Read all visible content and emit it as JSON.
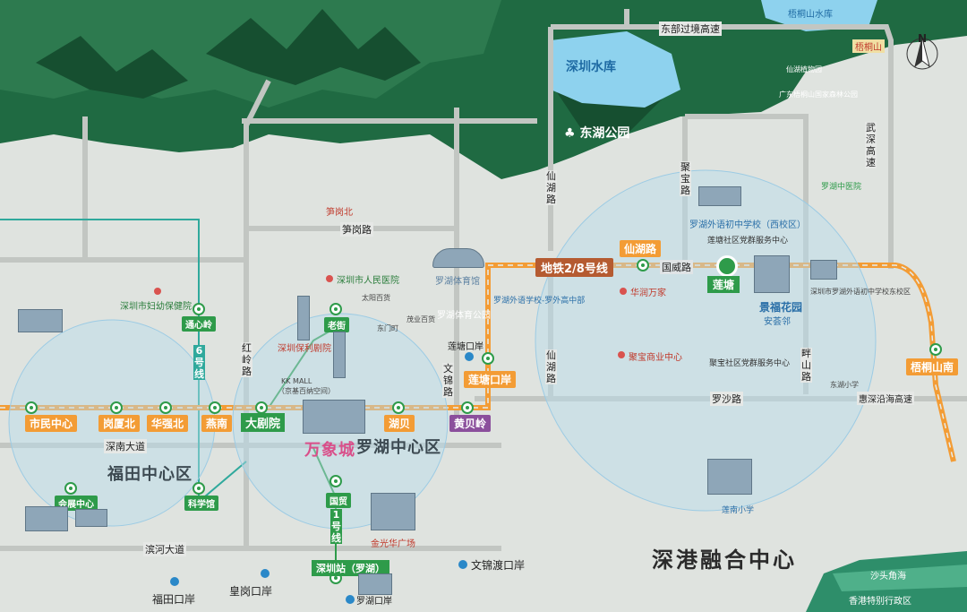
{
  "compass": {
    "label": "N"
  },
  "water": {
    "shenzhen_reservoir": "深圳水库",
    "wutong_reservoir": "梧桐山水库",
    "shatoujiao_sea": "沙头角海",
    "hongkong": "香港特别行政区"
  },
  "parks": {
    "donghu": "东湖公园",
    "wutongshan": "梧桐山"
  },
  "roads": {
    "dongbu": "东部过境高速",
    "sungang": "笋岗路",
    "guowei": "国威路",
    "luosha": "罗沙路",
    "huishen": "惠深沿海高速",
    "shennan": "深南大道",
    "binhe": "滨河大道",
    "xianhu1": "仙湖路",
    "xianhu2": "仙湖路",
    "jubao": "聚宝路",
    "panshan": "畔山路",
    "wushen": "武深高速",
    "hongling": "红岭路",
    "wenjin": "文锦路"
  },
  "metro": {
    "line_label": "地铁2/8号线",
    "line6": "6号线",
    "line1": "1号线",
    "stations": {
      "shiminzhongxin": "市民中心",
      "gangxiabei": "岗厦北",
      "huaqiangbei": "华强北",
      "yannan": "燕南",
      "dajuyuan": "大剧院",
      "hubei": "湖贝",
      "huangbeiling": "黄贝岭",
      "liantangkouan": "莲塘口岸",
      "xianhulu": "仙湖路",
      "liantang": "莲塘",
      "wutongshannan": "梧桐山南",
      "tongxinling": "通心岭",
      "laojie": "老街",
      "guomao": "国贸",
      "shenzhenzhan": "深圳站（罗湖）",
      "huizhanzhongxin": "会展中心",
      "kexueguan": "科学馆"
    }
  },
  "districts": {
    "futian": "福田中心区",
    "luohu": "罗湖中心区",
    "shengang": "深港融合中心",
    "wanxiang": "万象城"
  },
  "ports": {
    "futian": "福田口岸",
    "huanggang": "皇岗口岸",
    "wenjindu": "文锦渡口岸",
    "luohu": "罗湖口岸",
    "liantang": "莲塘口岸"
  },
  "pois": {
    "fuyou": "深圳市妇幼保健院",
    "renmin": "深圳市人民医院",
    "tiyuguan": "罗湖体育馆",
    "waiyu_gaozhong": "罗湖外语学校-罗外高中部",
    "waiyu_chuzhong": "罗湖外语初中学校（西校区）",
    "jingfu": "景福花园",
    "anlin": "安荟邻",
    "huarun": "华润万家",
    "jubao_shangye": "聚宝商业中心",
    "luohu_stadium_park": "罗湖体育公园",
    "kkmall": "KK MALL",
    "kkmall_sub": "（京基百纳空间）",
    "jinguang": "金光华广场",
    "luohu_zhongyi": "罗湖中医院",
    "lianan": "莲南小学",
    "jubao_community": "聚宝社区党群服务中心",
    "liantang_community": "莲塘社区党群服务中心",
    "dongxiaoxue": "东湖小学",
    "wutong_zhongxue": "深圳市罗湖外语初中学校东校区",
    "liantang_kouan_lbl": "莲塘口岸",
    "tongxin": "仙湖植物园",
    "wangu": "广东梧桐山国家森林公园",
    "sungang_lbl": "笋岗北",
    "taiyang": "太阳百货",
    "dongmen": "东门町",
    "maoye": "茂业百货",
    "shenzhen_kuai": "深圳保利剧院"
  }
}
